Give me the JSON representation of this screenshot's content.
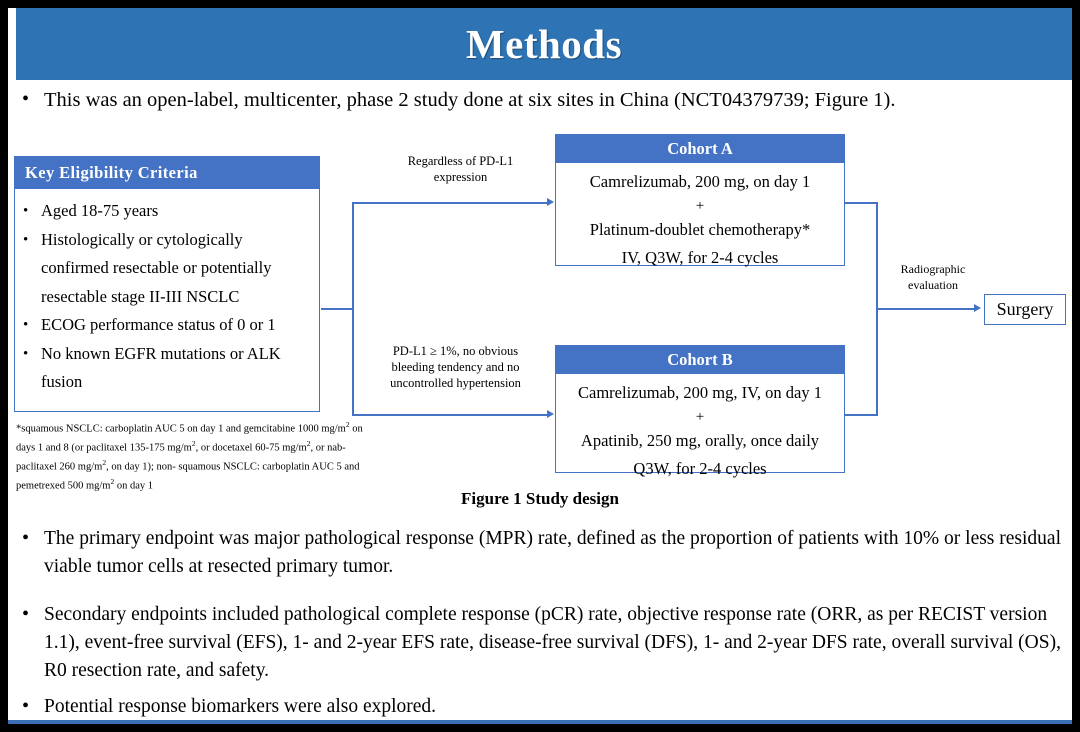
{
  "header": {
    "title": "Methods",
    "banner_color": "#2e74b5"
  },
  "accent_color": "#4472c4",
  "lead_bullet": "This was an open-label, multicenter, phase 2 study done at six sites in China (NCT04379739; Figure 1).",
  "figure": {
    "caption": "Figure 1 Study design",
    "eligibility": {
      "title": "Key  Eligibility Criteria",
      "items": [
        "Aged 18-75 years",
        "Histologically or cytologically confirmed resectable or potentially resectable stage II-III  NSCLC",
        "ECOG performance status of 0 or 1",
        "No known EGFR mutations or ALK fusion"
      ]
    },
    "footnote": {
      "line1": "*squamous NSCLC: carboplatin AUC 5 on day 1 and gemcitabine 1000 mg/m",
      "line1b": " on days 1 and 8 (or",
      "line2": "paclitaxel 135-175  mg/m",
      "line2b": ", or docetaxel 60-75 mg/m",
      "line2c": ", or nab-paclitaxel 260 mg/m",
      "line2d": ", on day 1); non-",
      "line3": "squamous NSCLC: carboplatin AUC 5 and pemetrexed 500 mg/m",
      "line3b": " on day 1",
      "sup": "2"
    },
    "labels": {
      "top_arrow_line1": "Regardless  of PD-L1",
      "top_arrow_line2": "expression",
      "bottom_arrow_line1": "PD-L1 ≥ 1%, no obvious",
      "bottom_arrow_line2": "bleeding tendency  and no",
      "bottom_arrow_line3": "uncontrolled  hypertension",
      "right_arrow_line1": "Radiographic",
      "right_arrow_line2": "evaluation"
    },
    "cohort_a": {
      "title": "Cohort A",
      "line1": "Camrelizumab, 200 mg, on day 1",
      "plus": "+",
      "line2": "Platinum-doublet chemotherapy*",
      "line3": "IV, Q3W, for 2-4 cycles"
    },
    "cohort_b": {
      "title": "Cohort B",
      "line1": "Camrelizumab, 200 mg, IV, on day 1",
      "plus": "+",
      "line2": "Apatinib, 250 mg, orally, once daily",
      "line3": "Q3W, for 2-4 cycles"
    },
    "surgery": {
      "label": "Surgery"
    }
  },
  "bullets": [
    "The primary endpoint was major pathological response (MPR) rate, defined as the proportion of patients with 10% or less residual viable tumor cells at resected primary tumor.",
    "Secondary endpoints included pathological complete response (pCR) rate, objective response rate (ORR, as per RECIST version 1.1), event-free survival (EFS), 1- and 2-year EFS rate, disease-free survival (DFS), 1- and 2-year DFS rate, overall survival (OS), R0 resection rate, and safety.",
    "Potential response biomarkers were also explored."
  ],
  "bullet_glyph": "•"
}
